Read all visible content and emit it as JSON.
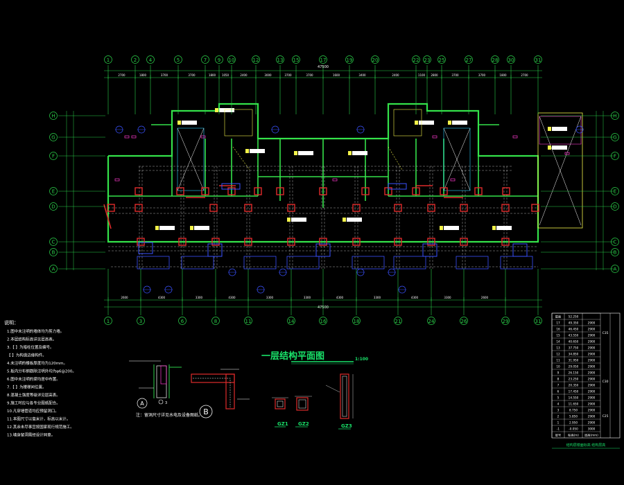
{
  "colors": {
    "background": "#000000",
    "axis": "#2bd14a",
    "dimension": "#2bd14a",
    "wall": "#34e34a",
    "column": "#e02b2b",
    "beam": "#d6d6d6",
    "blue": "#3a52ff",
    "cyan": "#2ad0ff",
    "yellow": "#f4f44a",
    "magenta": "#ff3bd0",
    "white": "#ffffff",
    "title": "#19e36a"
  },
  "axes": {
    "top": [
      "1",
      "2",
      "4",
      "5",
      "7",
      "9",
      "10",
      "12",
      "13",
      "15",
      "17",
      "19",
      "20",
      "22",
      "23",
      "25",
      "27",
      "28",
      "30",
      "31"
    ],
    "bottom": [
      "1",
      "3",
      "6",
      "8",
      "11",
      "14",
      "16",
      "18",
      "21",
      "24",
      "26",
      "29",
      "31"
    ],
    "left_rows": [
      "H",
      "G",
      "F",
      "E",
      "D",
      "C",
      "B",
      "A"
    ],
    "right_rows": [
      "H",
      "G",
      "F",
      "E",
      "D",
      "C",
      "B",
      "A"
    ]
  },
  "dimensions": {
    "top_overall": "47500",
    "bottom_overall": "47500",
    "top_segments": [
      "2700",
      "1800",
      "3700",
      "3700",
      "1800",
      "1050",
      "2400",
      "3000",
      "3700",
      "3700",
      "1600",
      "3400",
      "2400",
      "1100",
      "2800",
      "3700",
      "3700",
      "1800",
      "2700"
    ],
    "bottom_segments": [
      "2600",
      "4300",
      "3300",
      "4300",
      "3300",
      "3300",
      "4300",
      "3300",
      "4300",
      "3300",
      "2600"
    ]
  },
  "drawing": {
    "title": "一层结构平面图",
    "scale": "1:100"
  },
  "details": {
    "detail_a": "A",
    "detail_b": "B",
    "note": "注：留洞尺寸详见水电及设备图纸。",
    "sections": [
      "GZ1",
      "GZ2",
      "GZ3"
    ]
  },
  "notes": {
    "heading": "说明：",
    "lines": [
      "1.图中未注明的墙体均为剪力墙。",
      "2.本层结构标高详见层高表。",
      "3.【  】为暗柱位置及编号。",
      "   【  】为构造边缘构件。",
      "4.未注明的楼板厚度均为120mm。",
      "5.板内分布钢筋除注明外均为φ6@200。",
      "6.图中未注明的梁均居中布置。",
      "7.【  】为楼梯间位置。",
      "8.混凝土强度等级详见层高表。",
      "9.施工时应与各专业图纸配合。",
      "10.凡穿墙管道均应预留洞口。",
      "11.本图尺寸以毫米计，标高以米计。",
      "12.其余未尽事宜按国家现行规范施工。",
      "13.墙身留洞需经设计同意。"
    ]
  },
  "floor_table": {
    "caption": "结构层楼面标高 结构层高",
    "rows": [
      [
        "屋面",
        "52.250",
        "",
        ""
      ],
      [
        "17",
        "49.350",
        "2900",
        ""
      ],
      [
        "16",
        "46.450",
        "2900",
        ""
      ],
      [
        "15",
        "43.550",
        "2900",
        ""
      ],
      [
        "14",
        "40.650",
        "2900",
        ""
      ],
      [
        "13",
        "37.750",
        "2900",
        ""
      ],
      [
        "12",
        "34.850",
        "2900",
        ""
      ],
      [
        "11",
        "31.950",
        "2900",
        ""
      ],
      [
        "10",
        "29.050",
        "2900",
        ""
      ],
      [
        "9",
        "26.150",
        "2900",
        ""
      ],
      [
        "8",
        "23.250",
        "2900",
        ""
      ],
      [
        "7",
        "20.350",
        "2900",
        ""
      ],
      [
        "6",
        "17.450",
        "2900",
        ""
      ],
      [
        "5",
        "14.550",
        "2900",
        ""
      ],
      [
        "4",
        "11.650",
        "2900",
        ""
      ],
      [
        "3",
        "8.750",
        "2900",
        ""
      ],
      [
        "2",
        "5.850",
        "2900",
        ""
      ],
      [
        "1",
        "2.950",
        "2900",
        ""
      ],
      [
        "-1",
        "-0.050",
        "3000",
        ""
      ],
      [
        "层号",
        "标高(m)",
        "层高(mm)",
        ""
      ]
    ],
    "groups": [
      "C35",
      "C30",
      "C25"
    ]
  }
}
